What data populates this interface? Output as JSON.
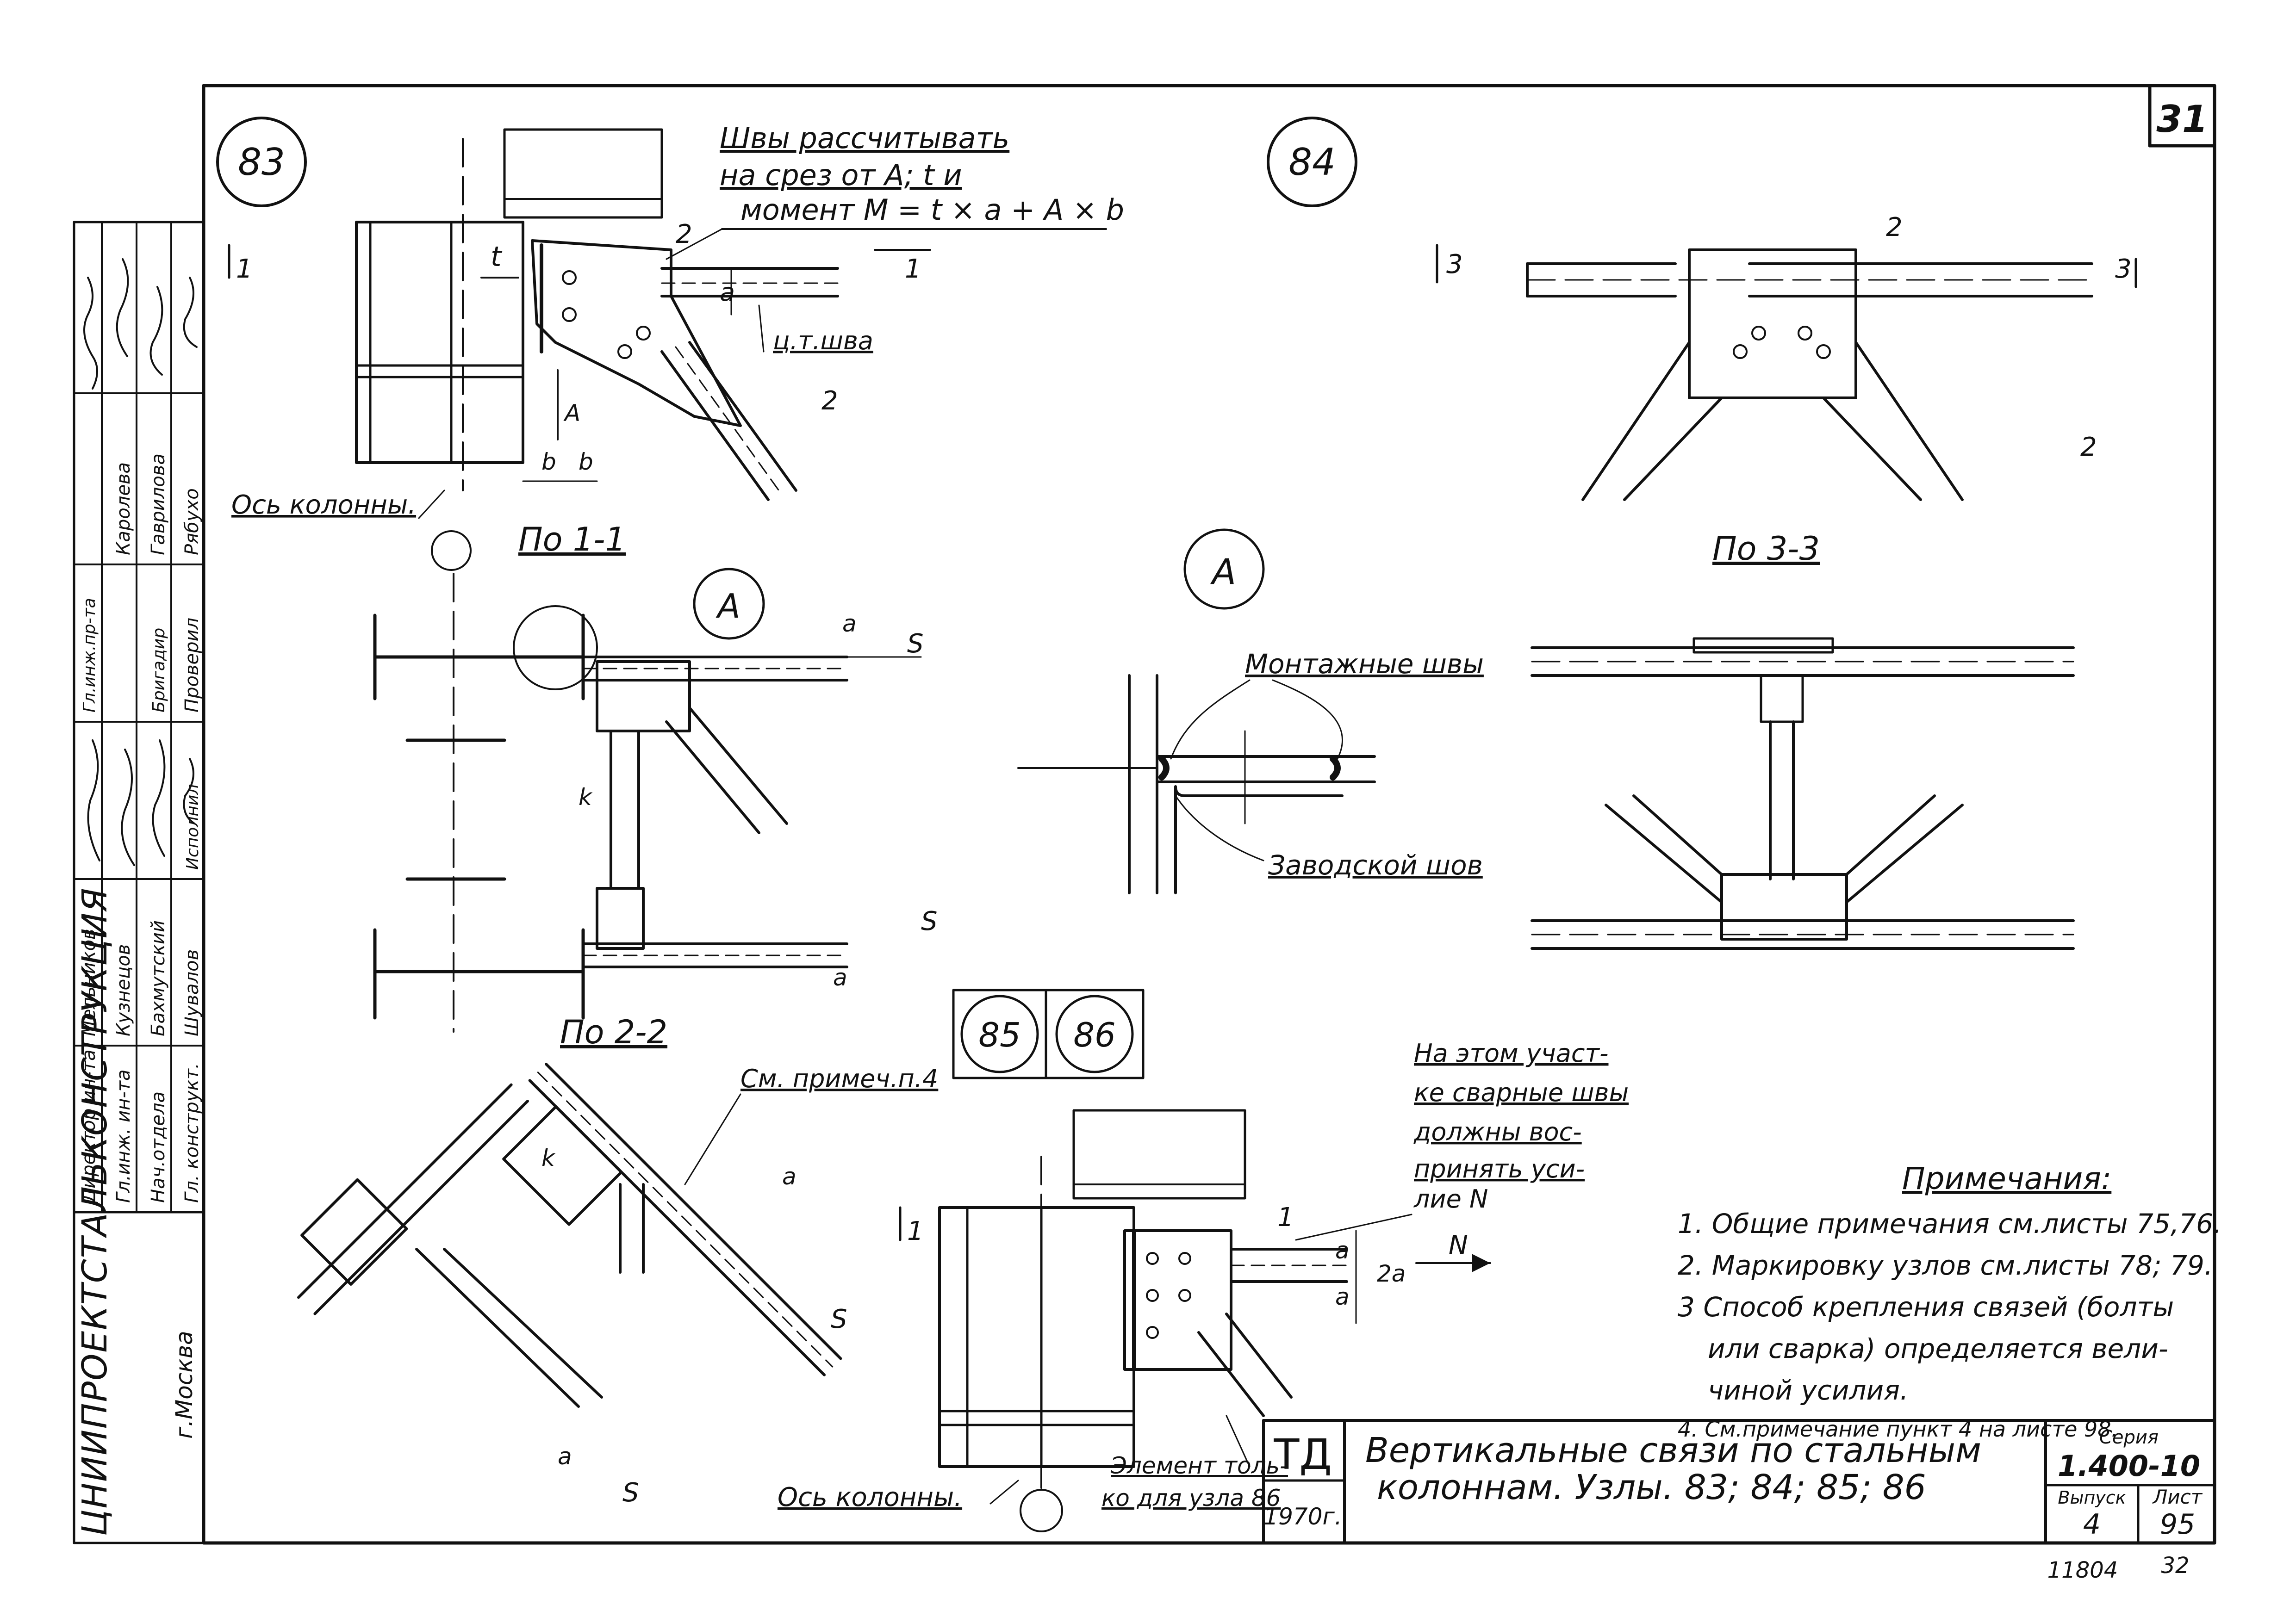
{
  "sheet": {
    "page_number": "31",
    "footer_left": "11804",
    "footer_right": "32"
  },
  "org": {
    "line1": "ЦНИИПРОЕКТСТАЛЬКОНСТРУКЦИЯ",
    "line2": "г.Москва"
  },
  "stamp_rows": [
    {
      "role": "Директор ин-та",
      "name": "Мельников"
    },
    {
      "role": "Гл.инж. ин-та",
      "name": "Кузнецов"
    },
    {
      "role": "Нач.отдела",
      "name": "Бахмутский"
    },
    {
      "role": "Гл. конструкт.",
      "name": "Шувалов"
    },
    {
      "role": "Гл.инж.пр-та",
      "name": "Каролева"
    },
    {
      "role": "Бригадир",
      "name": "Гаврилова"
    },
    {
      "role": "Проверил",
      "name": "Рябухо"
    },
    {
      "role": "Исполнил",
      "name": ""
    }
  ],
  "nodes": {
    "n83": "83",
    "n84": "84",
    "n85": "85",
    "n86": "86",
    "detail_a": "А"
  },
  "labels": {
    "welds_note_1": "Швы рассчитывать",
    "welds_note_2": "на срез от А; t и",
    "welds_note_3": "момент М = t × a + А × b",
    "weld_center": "ц.т.шва",
    "col_axis": "Ось колонны.",
    "view_1_1": "По 1-1",
    "view_2_2": "По 2-2",
    "view_3_3": "По 3-3",
    "mount_welds": "Монтажные швы",
    "factory_weld": "Заводской шов",
    "see_note": "См. примеч.п.4",
    "segment_1": "На этом участ-",
    "segment_2": "ке сварные швы",
    "segment_3": "должны вос-",
    "segment_4": "принять уси-",
    "segment_5": "лие N",
    "element_1": "Элемент толь-",
    "element_2": "ко для узла 86",
    "t": "t",
    "a": "a",
    "two_a": "2a",
    "b": "b",
    "k": "k",
    "S": "S",
    "N": "N",
    "A": "А",
    "s1": "1",
    "s2": "2",
    "s3": "3"
  },
  "notes": {
    "title": "Примечания:",
    "items": [
      "1. Общие примечания см.листы 75,76.",
      "2. Маркировку узлов см.листы 78; 79.",
      "3  Способ крепления связей (болты",
      "или сварка) определяется вели-",
      "чиной усилия.",
      "4. См.примечание пункт 4 на листе 98."
    ]
  },
  "title_block": {
    "code": "ТД",
    "year": "1970г.",
    "title_1": "Вертикальные связи по стальным",
    "title_2": "колоннам. Узлы. 83; 84; 85; 86",
    "series_label": "Серия",
    "series_value": "1.400-10",
    "issue_label": "Выпуск",
    "issue_value": "4",
    "sheet_label": "Лист",
    "sheet_value": "95"
  }
}
